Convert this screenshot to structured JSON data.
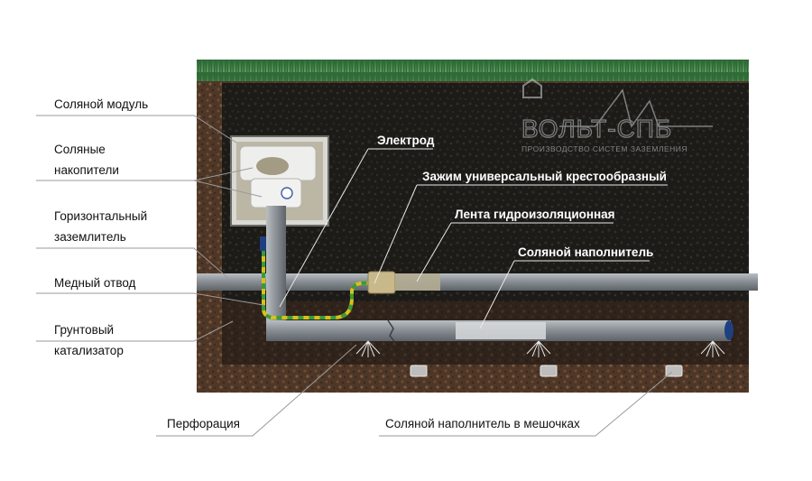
{
  "labels": {
    "salt_module": "Соляной модуль",
    "salt_storage_1": "Соляные",
    "salt_storage_2": "накопители",
    "horizontal_1": "Горизонтальный",
    "horizontal_2": "заземлитель",
    "copper_tap": "Медный отвод",
    "soil_catalyst_1": "Грунтовый",
    "soil_catalyst_2": "катализатор",
    "perforation": "Перфорация",
    "salt_filler_bags": "Соляной наполнитель в мешочках",
    "electrode": "Электрод",
    "cross_clamp": "Зажим универсальный крестообразный",
    "waterproof_tape": "Лента гидроизоляционная",
    "salt_filler": "Соляной наполнитель"
  },
  "logo": {
    "name": "ВОЛЬТ-СПБ",
    "tagline": "ПРОИЗВОДСТВО СИСТЕМ ЗАЗЕМЛЕНИЯ"
  },
  "colors": {
    "soil_dark": "#1b1a17",
    "soil_brown": "#5a4030",
    "grass": "#3f7f45",
    "pipe": "#8e9398",
    "cable_yellow": "#d6c21a",
    "cable_green": "#3a9a3a",
    "clamp": "#c9b98a"
  }
}
